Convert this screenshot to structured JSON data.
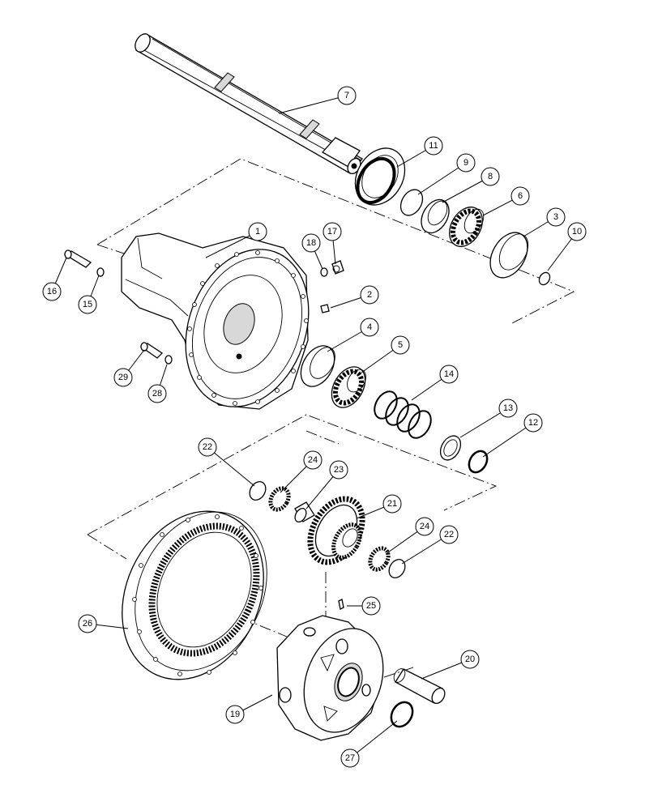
{
  "callouts": [
    {
      "label": "1"
    },
    {
      "label": "2"
    },
    {
      "label": "3"
    },
    {
      "label": "4"
    },
    {
      "label": "5"
    },
    {
      "label": "6"
    },
    {
      "label": "7"
    },
    {
      "label": "8"
    },
    {
      "label": "9"
    },
    {
      "label": "10"
    },
    {
      "label": "11"
    },
    {
      "label": "12"
    },
    {
      "label": "13"
    },
    {
      "label": "14"
    },
    {
      "label": "15"
    },
    {
      "label": "16"
    },
    {
      "label": "17"
    },
    {
      "label": "18"
    },
    {
      "label": "19"
    },
    {
      "label": "20"
    },
    {
      "label": "21"
    },
    {
      "label": "22"
    },
    {
      "label": "22"
    },
    {
      "label": "23"
    },
    {
      "label": "24"
    },
    {
      "label": "24"
    },
    {
      "label": "25"
    },
    {
      "label": "26"
    },
    {
      "label": "27"
    },
    {
      "label": "28"
    },
    {
      "label": "29"
    }
  ]
}
